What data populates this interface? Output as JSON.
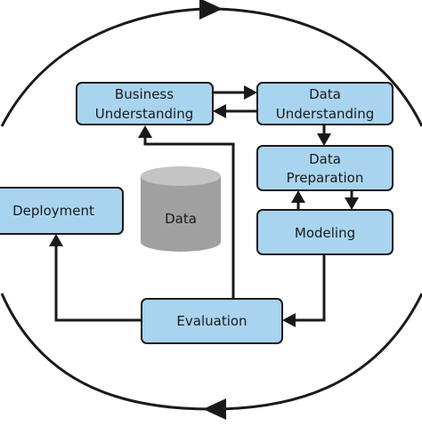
{
  "diagram": {
    "nodes": {
      "business_understanding": [
        "Business",
        "Understanding"
      ],
      "data_understanding": [
        "Data",
        "Understanding"
      ],
      "data_preparation": [
        "Data",
        "Preparation"
      ],
      "modeling": [
        "Modeling"
      ],
      "evaluation": [
        "Evaluation"
      ],
      "deployment": [
        "Deployment"
      ],
      "data_store": [
        "Data"
      ]
    },
    "colors": {
      "node_fill": "#a9d4ef",
      "stroke": "#1a1a1a",
      "cylinder_body": "#a0a0a0",
      "cylinder_top": "#c4c4c4"
    }
  }
}
